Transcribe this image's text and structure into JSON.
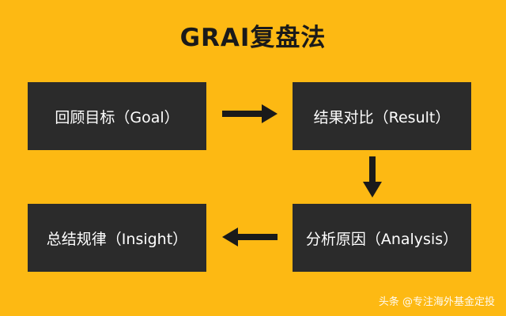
{
  "title": "GRAI复盘法",
  "steps": [
    {
      "label": "回顾目标（Goal）"
    },
    {
      "label": "结果对比（Result）"
    },
    {
      "label": "分析原因（Analysis）"
    },
    {
      "label": "总结规律（Insight）"
    }
  ],
  "watermark": "头条 @专注海外基金定投",
  "colors": {
    "background": "#fdb913",
    "box": "#2b2b2b",
    "box_text": "#ffffff",
    "arrow": "#1a1a1a"
  }
}
